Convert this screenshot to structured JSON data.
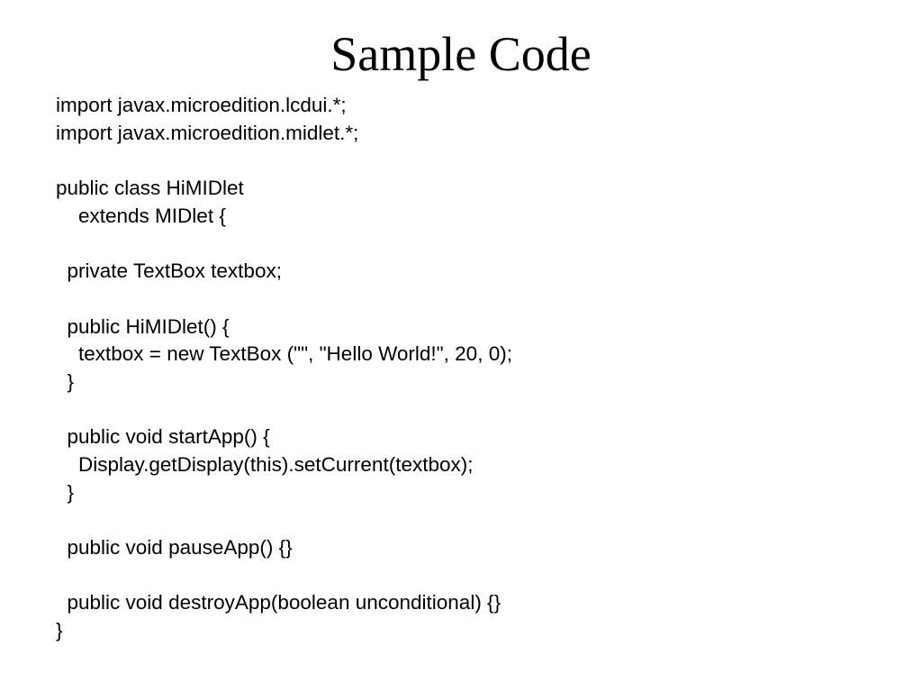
{
  "slide": {
    "title": "Sample Code",
    "code_lines": [
      "import javax.microedition.lcdui.*;",
      "import javax.microedition.midlet.*;",
      "",
      "public class HiMIDlet",
      "    extends MIDlet {",
      "",
      "  private TextBox textbox;",
      "",
      "  public HiMIDlet() {",
      "    textbox = new TextBox (\"\", \"Hello World!\", 20, 0);",
      "  }",
      "",
      "  public void startApp() {",
      "    Display.getDisplay(this).setCurrent(textbox);",
      "  }",
      "",
      "  public void pauseApp() {}",
      "",
      "  public void destroyApp(boolean unconditional) {}",
      "}"
    ]
  }
}
